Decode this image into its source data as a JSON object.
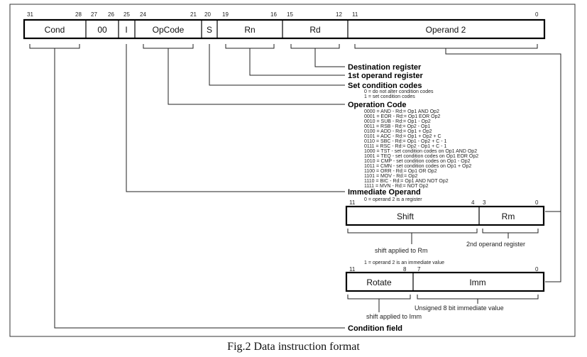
{
  "instruction": {
    "bit_numbers": [
      "31",
      "28",
      "27",
      "26",
      "25",
      "24",
      "21",
      "20",
      "19",
      "16",
      "15",
      "12",
      "11",
      "0"
    ],
    "fields": [
      "Cond",
      "00",
      "I",
      "OpCode",
      "S",
      "Rn",
      "Rd",
      "Operand 2"
    ]
  },
  "labels": {
    "destination": "Destination register",
    "first_operand": "1st operand register",
    "set_cc": "Set condition codes",
    "opcode": "Operation Code",
    "immediate": "Immediate Operand",
    "condition": "Condition field"
  },
  "set_cc_notes": [
    "0 = do not alter condition codes",
    "1 = set condition codes"
  ],
  "opcode_list": [
    "0000 = AND - Rd:= Op1 AND Op2",
    "0001 = EOR - Rd:= Op1 EOR Op2",
    "0010 = SUB - Rd:= Op1 - Op2",
    "0011 = RSB - Rd:= Op2 - Op1",
    "0100 = ADD - Rd:= Op1 + Op2",
    "0101 = ADC - Rd:= Op1 + Op2 + C",
    "0110 = SBC - Rd:= Op1 - Op2 + C - 1",
    "0111 = RSC - Rd:= Op2 - Op1 + C - 1",
    "1000 = TST - set condition codes on Op1 AND Op2",
    "1001 = TEQ - set condition codes on Op1 EOR Op2",
    "1010 = CMP - set condition codes on Op1 - Op2",
    "1011 = CMN - set condition codes on Op1 + Op2",
    "1100 = ORR - Rd:= Op1 OR Op2",
    "1101 = MOV - Rd:= Op2",
    "1110 = BIC - Rd:= Op1 AND NOT Op2",
    "1111 = MVN - Rd:= NOT Op2"
  ],
  "register_operand": {
    "note": "0 = operand 2 is a register",
    "bit_numbers": [
      "11",
      "4",
      "3",
      "0"
    ],
    "fields": [
      "Shift",
      "Rm"
    ],
    "shift_label": "shift applied to Rm",
    "rm_label": "2nd operand register"
  },
  "immediate_operand": {
    "note": "1 = operand 2 is an immediate value",
    "bit_numbers": [
      "11",
      "8",
      "7",
      "0"
    ],
    "fields": [
      "Rotate",
      "Imm"
    ],
    "rotate_label": "shift applied to Imm",
    "imm_label": "Unsigned 8 bit immediate value"
  },
  "caption": "Fig.2 Data instruction format"
}
